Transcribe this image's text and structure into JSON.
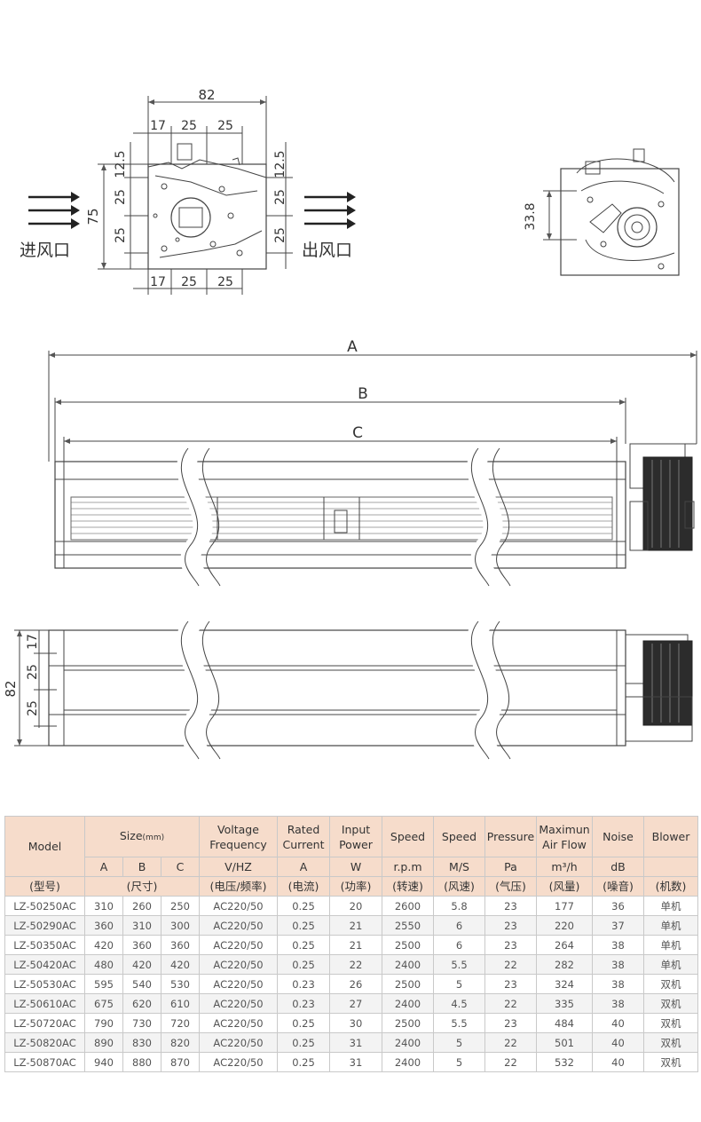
{
  "end_view_left": {
    "width_dim": "82",
    "top_dims": [
      "17",
      "25",
      "25"
    ],
    "bottom_dims": [
      "17",
      "25",
      "25"
    ],
    "height_dim": "75",
    "left_dims": [
      "12.5",
      "25",
      "25"
    ],
    "right_dims": [
      "12.5",
      "25",
      "25"
    ],
    "inlet_label": "进风口",
    "outlet_label": "出风口"
  },
  "end_view_right": {
    "offset_dim": "33.8"
  },
  "front_view": {
    "dim_a": "A",
    "dim_b": "B",
    "dim_c": "C"
  },
  "side_view": {
    "height_dim": "82",
    "dims": [
      "17",
      "25",
      "25"
    ]
  },
  "table": {
    "headers": {
      "model": "Model",
      "size": "Size",
      "size_unit": "(mm)",
      "voltage": "Voltage Frequency",
      "rated": "Rated Current",
      "input": "Input Power",
      "speed": "Speed",
      "wind_speed": "Speed",
      "pressure": "Pressure",
      "airflow": "Maximun Air Flow",
      "noise": "Noise",
      "blower": "Blower"
    },
    "units": [
      "A",
      "B",
      "C",
      "V/HZ",
      "A",
      "W",
      "r.p.m",
      "M/S",
      "Pa",
      "m³/h",
      "dB",
      ""
    ],
    "cn_labels": [
      "(型号)",
      "(尺寸)",
      "(电压/频率)",
      "(电流)",
      "(功率)",
      "(转速)",
      "(风速)",
      "(气压)",
      "(风量)",
      "(噪音)",
      "(机数)"
    ],
    "rows": [
      [
        "LZ-50250AC",
        "310",
        "260",
        "250",
        "AC220/50",
        "0.25",
        "20",
        "2600",
        "5.8",
        "23",
        "177",
        "36",
        "单机"
      ],
      [
        "LZ-50290AC",
        "360",
        "310",
        "300",
        "AC220/50",
        "0.25",
        "21",
        "2550",
        "6",
        "23",
        "220",
        "37",
        "单机"
      ],
      [
        "LZ-50350AC",
        "420",
        "360",
        "360",
        "AC220/50",
        "0.25",
        "21",
        "2500",
        "6",
        "23",
        "264",
        "38",
        "单机"
      ],
      [
        "LZ-50420AC",
        "480",
        "420",
        "420",
        "AC220/50",
        "0.25",
        "22",
        "2400",
        "5.5",
        "22",
        "282",
        "38",
        "单机"
      ],
      [
        "LZ-50530AC",
        "595",
        "540",
        "530",
        "AC220/50",
        "0.23",
        "26",
        "2500",
        "5",
        "23",
        "324",
        "38",
        "双机"
      ],
      [
        "LZ-50610AC",
        "675",
        "620",
        "610",
        "AC220/50",
        "0.23",
        "27",
        "2400",
        "4.5",
        "22",
        "335",
        "38",
        "双机"
      ],
      [
        "LZ-50720AC",
        "790",
        "730",
        "720",
        "AC220/50",
        "0.25",
        "30",
        "2500",
        "5.5",
        "23",
        "484",
        "40",
        "双机"
      ],
      [
        "LZ-50820AC",
        "890",
        "830",
        "820",
        "AC220/50",
        "0.25",
        "31",
        "2400",
        "5",
        "22",
        "501",
        "40",
        "双机"
      ],
      [
        "LZ-50870AC",
        "940",
        "880",
        "870",
        "AC220/50",
        "0.25",
        "31",
        "2400",
        "5",
        "22",
        "532",
        "40",
        "双机"
      ]
    ]
  }
}
